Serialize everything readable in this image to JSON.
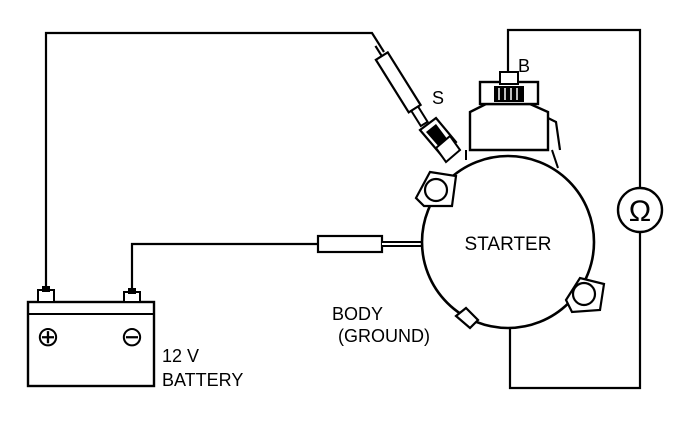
{
  "labels": {
    "starter": "STARTER",
    "terminal_s": "S",
    "terminal_b": "B",
    "body_line1": "BODY",
    "body_line2": "(GROUND)",
    "battery_line1": "12 V",
    "battery_line2": "BATTERY",
    "ohmmeter_symbol": "Ω",
    "battery_positive": "⊕",
    "battery_negative": "⊖"
  },
  "icons": {
    "ohmmeter": "ohmmeter-icon",
    "battery": "battery-icon",
    "starter": "starter-motor-icon"
  },
  "colors": {
    "line": "#000000",
    "background": "#ffffff"
  }
}
